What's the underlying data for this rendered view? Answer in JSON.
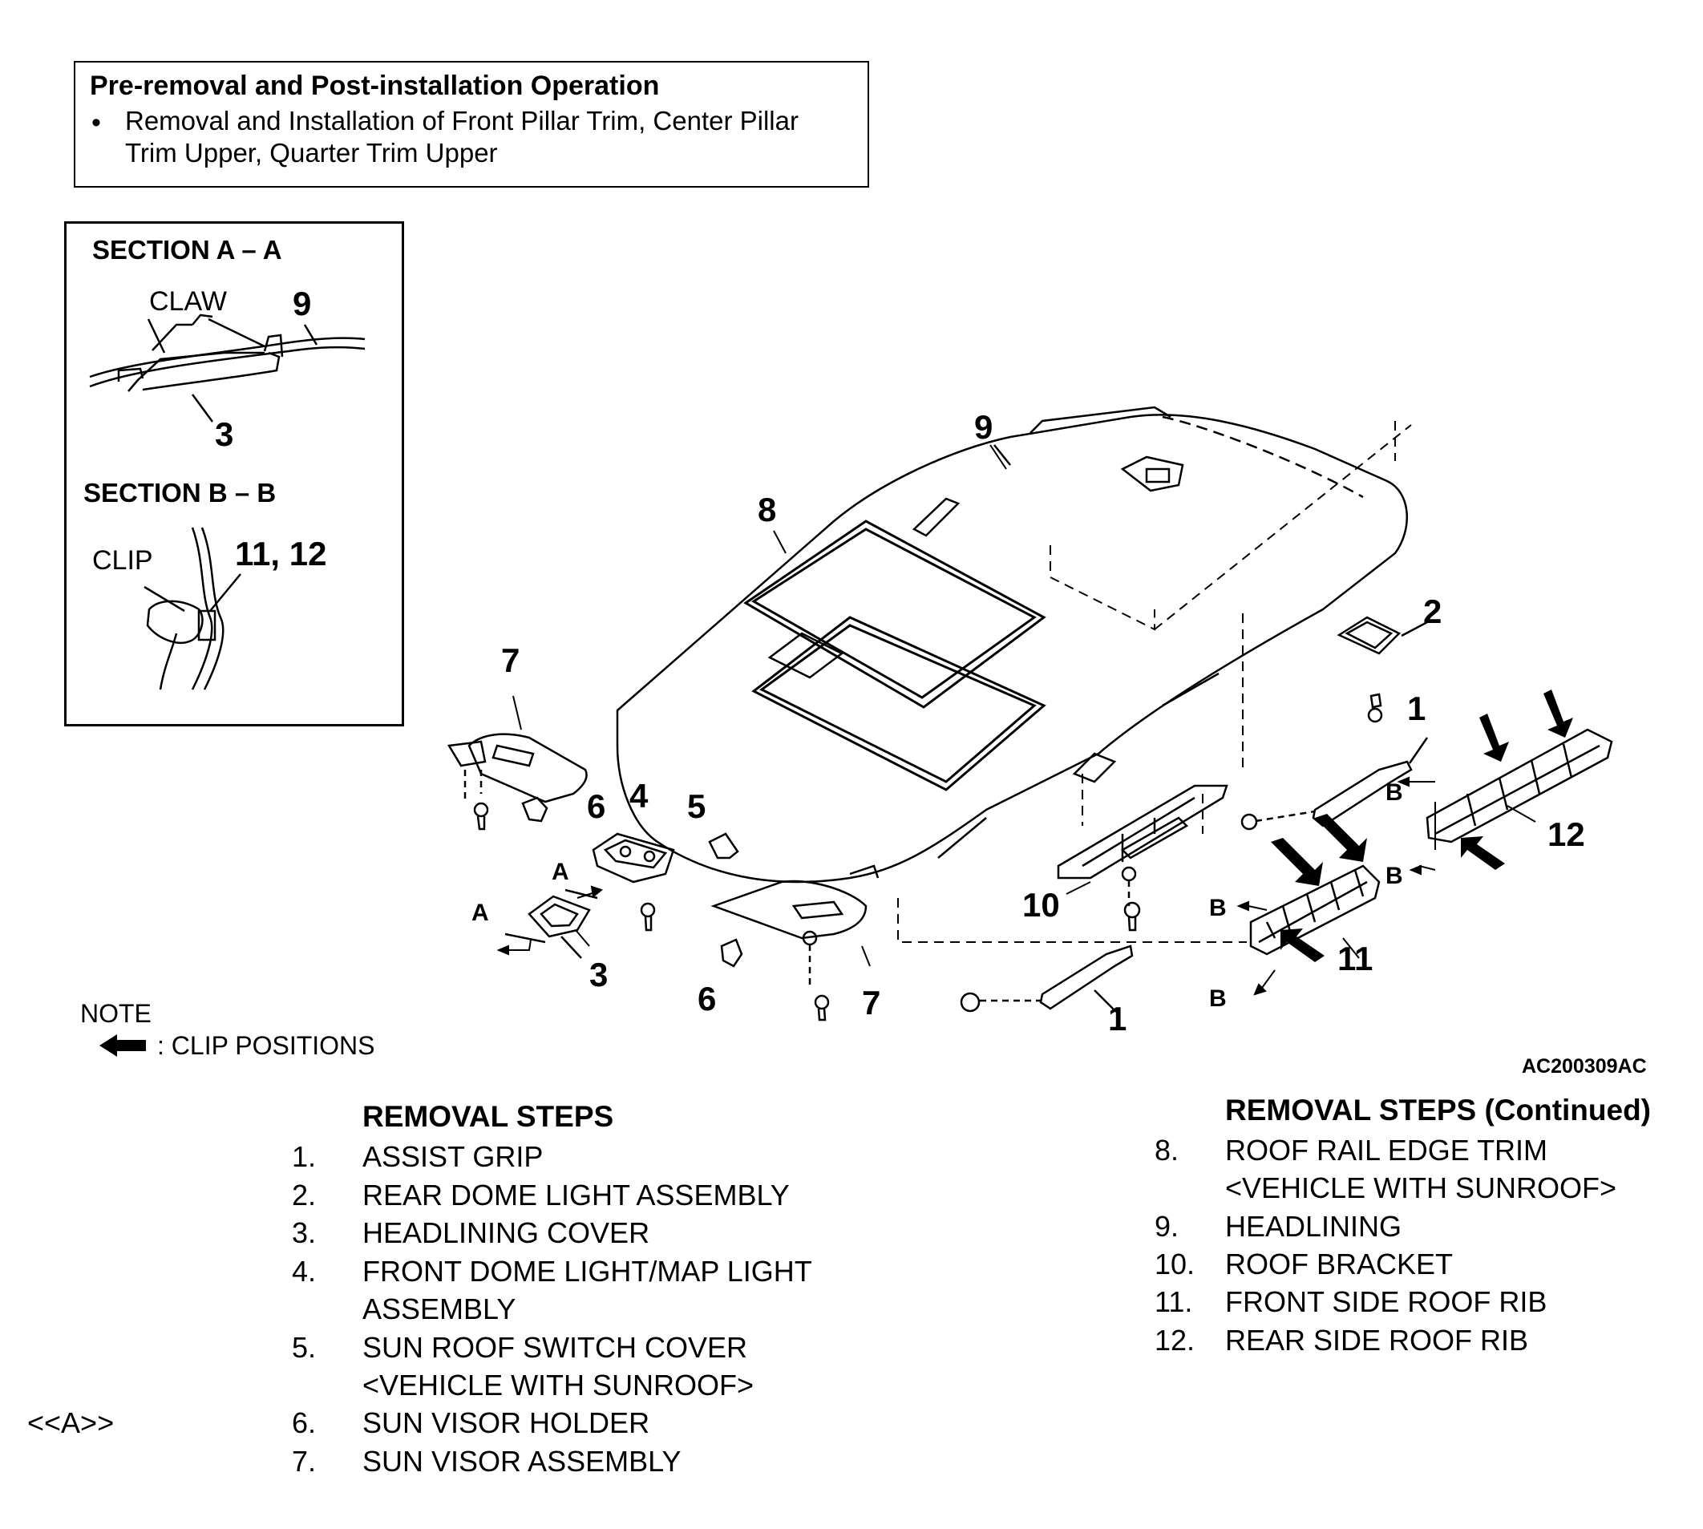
{
  "pre_operation": {
    "title": "Pre-removal and Post-installation Operation",
    "bullet": "•",
    "line1": "Removal and Installation of Front Pillar Trim, Center Pillar",
    "line2": "Trim Upper, Quarter Trim Upper"
  },
  "sections": {
    "a_title": "SECTION A – A",
    "a_claw": "CLAW",
    "a_part_top": "9",
    "a_part_bottom": "3",
    "b_title": "SECTION B – B",
    "b_clip": "CLIP",
    "b_parts": "11, 12"
  },
  "callouts": {
    "c1a": "1",
    "c1b": "1",
    "c2": "2",
    "c3": "3",
    "c4": "4",
    "c5": "5",
    "c6a": "6",
    "c6b": "6",
    "c7a": "7",
    "c7b": "7",
    "c8": "8",
    "c9": "9",
    "c10": "10",
    "c11": "11",
    "c12": "12",
    "sec_a1": "A",
    "sec_a2": "A",
    "sec_b1": "B",
    "sec_b2": "B",
    "sec_b3": "B",
    "sec_b4": "B"
  },
  "note": {
    "title": "NOTE",
    "arrow_icon": "left-arrow-icon",
    "text": ": CLIP POSITIONS"
  },
  "figure_code": "AC200309AC",
  "reference_mark": "<<A>>",
  "removal_steps": {
    "title": "REMOVAL STEPS",
    "items": [
      {
        "num": "1.",
        "lines": [
          "ASSIST GRIP"
        ]
      },
      {
        "num": "2.",
        "lines": [
          "REAR DOME LIGHT ASSEMBLY"
        ]
      },
      {
        "num": "3.",
        "lines": [
          "HEADLINING COVER"
        ]
      },
      {
        "num": "4.",
        "lines": [
          "FRONT DOME LIGHT/MAP LIGHT",
          "ASSEMBLY"
        ]
      },
      {
        "num": "5.",
        "lines": [
          "SUN ROOF SWITCH COVER",
          "<VEHICLE WITH SUNROOF>"
        ]
      },
      {
        "num": "6.",
        "lines": [
          "SUN VISOR HOLDER"
        ]
      },
      {
        "num": "7.",
        "lines": [
          "SUN VISOR ASSEMBLY"
        ]
      }
    ]
  },
  "removal_steps_continued": {
    "title": "REMOVAL STEPS (Continued)",
    "items": [
      {
        "num": "8.",
        "lines": [
          "ROOF RAIL EDGE TRIM",
          "<VEHICLE WITH SUNROOF>"
        ]
      },
      {
        "num": "9.",
        "lines": [
          "HEADLINING"
        ]
      },
      {
        "num": "10.",
        "lines": [
          "ROOF BRACKET"
        ]
      },
      {
        "num": "11.",
        "lines": [
          "FRONT SIDE ROOF RIB"
        ]
      },
      {
        "num": "12.",
        "lines": [
          "REAR SIDE ROOF RIB"
        ]
      }
    ]
  }
}
